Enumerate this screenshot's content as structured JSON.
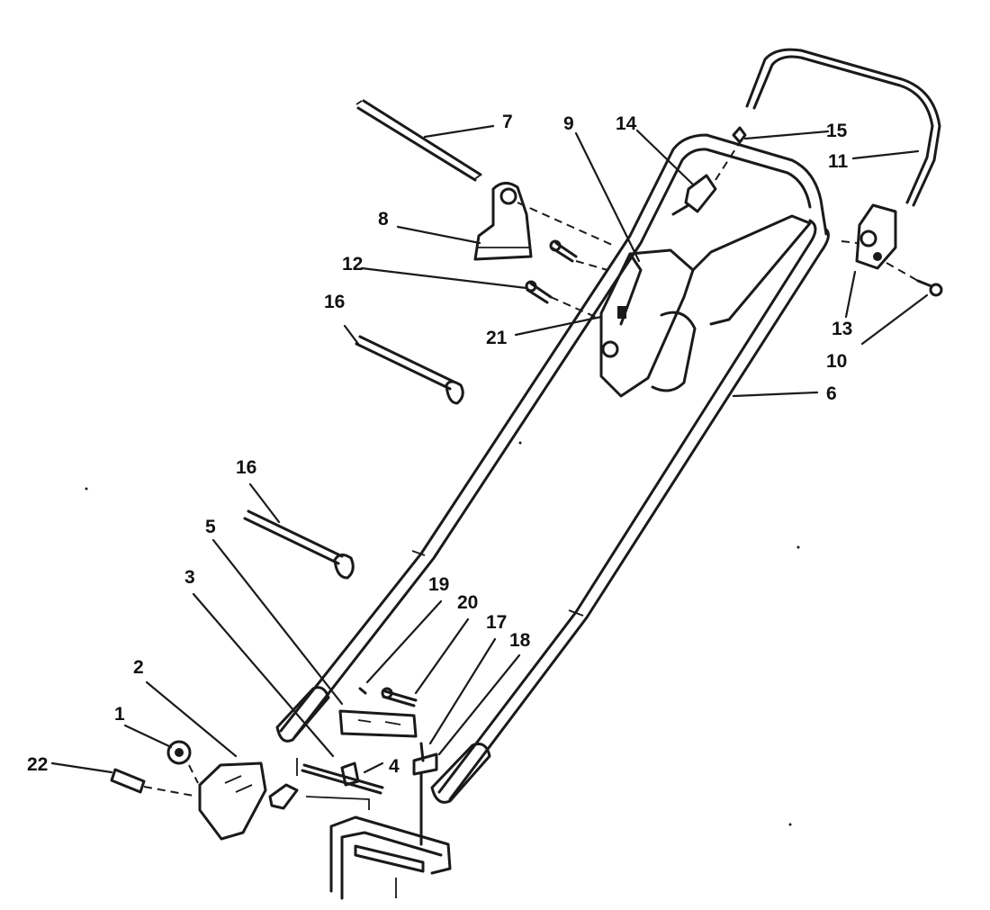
{
  "diagram": {
    "callouts": [
      "1",
      "2",
      "3",
      "4",
      "5",
      "6",
      "7",
      "8",
      "9",
      "10",
      "11",
      "12",
      "13",
      "14",
      "15",
      "16",
      "16",
      "17",
      "18",
      "19",
      "20",
      "21",
      "22"
    ]
  }
}
